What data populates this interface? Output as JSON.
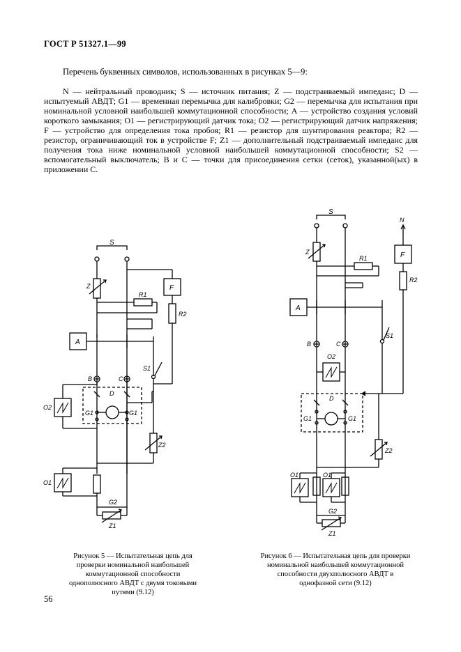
{
  "document": {
    "header": "ГОСТ Р 51327.1—99",
    "intro": "Перечень буквенных символов, использованных в рисунках 5—9:",
    "legend": "N — нейтральный проводник; S — источник питания; Z — подстраиваемый импеданс; D — испытуемый АВДТ; G1 — временная перемычка для калибровки; G2 — перемычка для испытания при номинальной условной наибольшей коммутационной способности; A — устройство создания условий короткого замыкания; O1 — регистрирующий датчик тока; O2 — регистрирующий датчик напряжения; F — устройство для определения тока пробоя; R1 — резистор для шунтирования реактора; R2 — резистор, ограничивающий ток в устройстве F; Z1 — дополнительный подстраиваемый импеданс для получения тока ниже номинальной условной наибольшей коммутационной способности; S2 — вспомогательный выключатель; B и C — точки для присоединения сетки (сеток), указанной(ых) в приложении С.",
    "page_number": "56"
  },
  "figure5": {
    "caption": "Рисунок 5 — Испытательная цепь для проверки номинальной наибольшей коммутационной способности однополюсного АВДТ с двумя токовыми путями (9.12)",
    "labels": {
      "S": "S",
      "Z": "Z",
      "R1": "R1",
      "F": "F",
      "R2": "R2",
      "A": "A",
      "S1": "S1",
      "B": "B",
      "C": "C",
      "O2": "O2",
      "D": "D",
      "G1a": "G1",
      "G1b": "G1",
      "Z2": "Z2",
      "O1": "O1",
      "G2": "G2",
      "Z1": "Z1"
    }
  },
  "figure6": {
    "caption": "Рисунок 6 — Испытательная цепь для проверки номинальной наибольшей коммутационной способности двухполюсного АВДТ в однофазной сети (9.12)",
    "labels": {
      "S": "S",
      "N": "N",
      "Z": "Z",
      "R1": "R1",
      "F": "F",
      "R2": "R2",
      "A": "A",
      "S1": "S1",
      "B": "B",
      "C": "C",
      "O2": "O2",
      "D": "D",
      "G1a": "G1",
      "G1b": "G1",
      "Z2": "Z2",
      "O1a": "O1",
      "O1b": "O1",
      "G2": "G2",
      "Z1": "Z1"
    }
  }
}
